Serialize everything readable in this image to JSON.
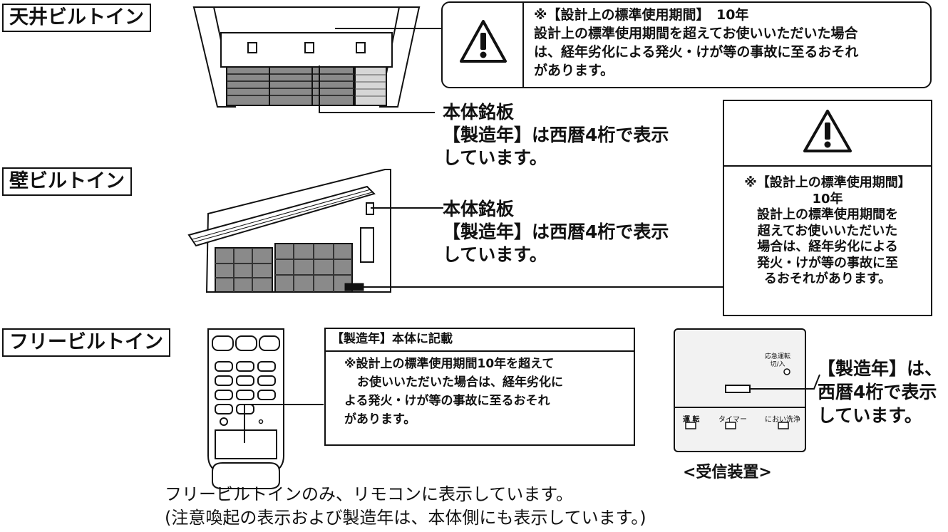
{
  "labels": {
    "ceiling": "天井ビルトイン",
    "wall": "壁ビルトイン",
    "free": "フリービルトイン"
  },
  "top_warning": {
    "heading": "※【設計上の標準使用期間】　10年",
    "lines": [
      "設計上の標準使用期間を超えてお使いいただいた場合",
      "は、経年劣化による発火・けが等の事故に至るおそれ",
      "があります。"
    ]
  },
  "plate_1": {
    "title": "本体銘板",
    "line1": "【製造年】は西暦4桁で表示",
    "line2": "しています。"
  },
  "plate_2": {
    "title": "本体銘板",
    "line1": "【製造年】は西暦4桁で表示",
    "line2": "しています。"
  },
  "right_warning": {
    "heading": "※【設計上の標準使用期間】",
    "years": "10年",
    "lines": [
      "設計上の標準使用期間を",
      "超えてお使いいただいた",
      "場合は、経年劣化による",
      "発火・けが等の事故に至",
      "るおそれがあります。"
    ]
  },
  "remote_box": {
    "header": "【製造年】本体に記載",
    "lines": [
      "※設計上の標準使用期間10年を超えて",
      "お使いいただいた場合は、経年劣化に",
      "よる発火・けが等の事故に至るおそれ",
      "があります。"
    ]
  },
  "receiver": {
    "emergency_line1": "応急運転",
    "emergency_line2": "切/入",
    "btn_run": "運 転",
    "btn_timer": "タイマー",
    "btn_odor": "におい洗浄",
    "caption": "<受信装置>"
  },
  "receiver_note": {
    "line1": "【製造年】は、",
    "line2": "西暦4桁で表示",
    "line3": "しています。"
  },
  "footer": {
    "line1": "フリービルトインのみ、リモコンに表示しています。",
    "line2": "(注意喚起の表示および製造年は、本体側にも表示しています。)"
  }
}
